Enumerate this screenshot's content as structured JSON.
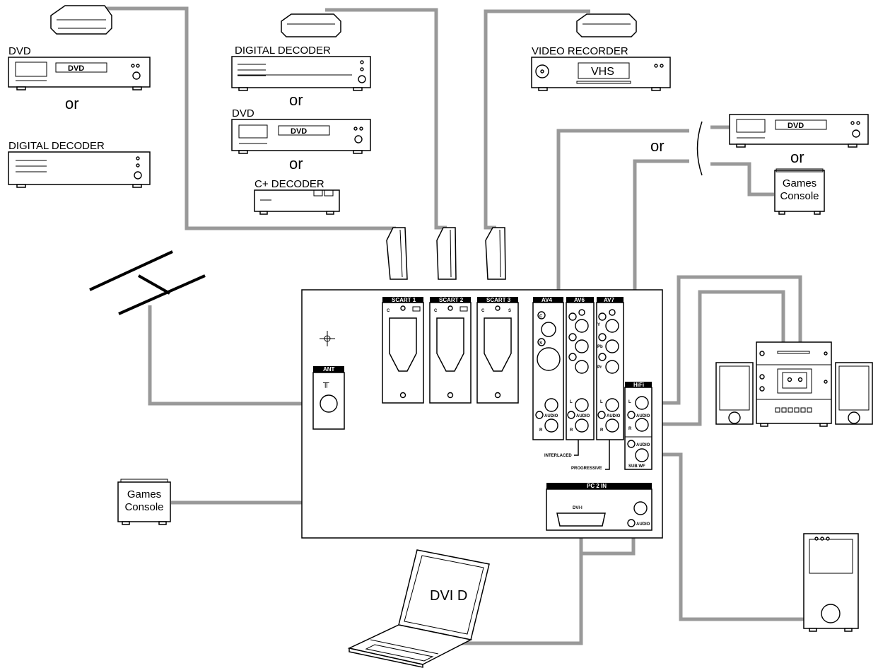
{
  "labels": {
    "dvd_left": "DVD",
    "or_left": "or",
    "decoder_left": "DIGITAL DECODER",
    "decoder_mid": "DIGITAL DECODER",
    "or_mid_1": "or",
    "dvd_mid": "DVD",
    "or_mid_2": "or",
    "cplus_decoder": "C+ DECODER",
    "video_recorder": "VIDEO RECORDER",
    "or_right_top": "or",
    "or_right_bottom": "or",
    "games_console_right": [
      "Games",
      "Console"
    ],
    "games_console_left": [
      "Games",
      "Console"
    ],
    "laptop_dvi": "DVI D",
    "dvd_display": "DVD",
    "vhs_display": "VHS"
  },
  "panel": {
    "ant": "ANT",
    "scart1": "SCART 1",
    "scart2": "SCART 2",
    "scart3": "SCART 3",
    "av4": "AV4",
    "av6": "AV6",
    "av7": "AV7",
    "hifi": "HiFi",
    "pc2in": "PC 2 IN",
    "dvi_i": "DVI-I",
    "audio": "AUDIO",
    "interlaced": "INTERLACED",
    "progressive": "PROGRESSIVE",
    "sub_wf": "SUB WF",
    "l": "L",
    "r": "R",
    "y": "Y",
    "pb": "Pb",
    "pr": "Pr",
    "c": "C",
    "s": "S"
  },
  "colors": {
    "cable": "#999999",
    "outline": "#000000",
    "background": "#ffffff"
  }
}
